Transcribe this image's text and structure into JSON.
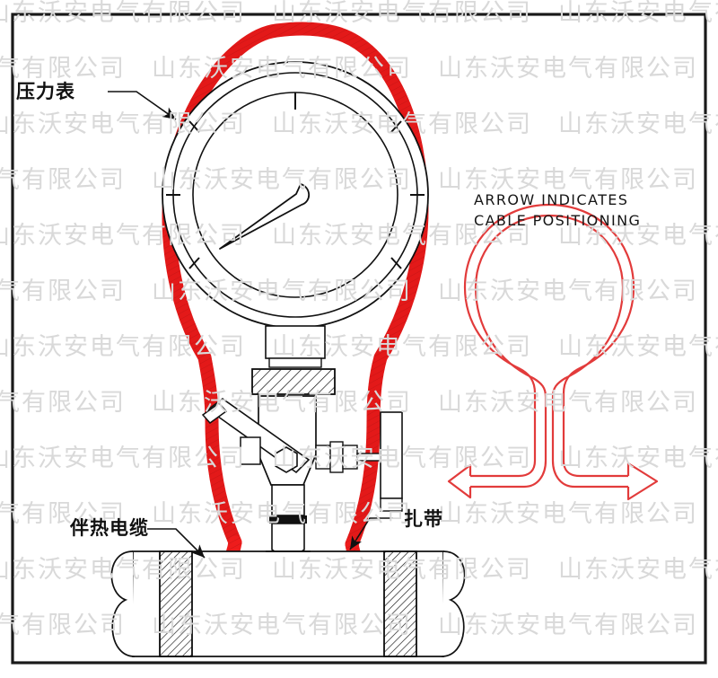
{
  "figure": {
    "title": "Pressure gauge heat-tracing cable installation detail",
    "border_color": "#1a1a1a",
    "cable_color": "#ee1c1c",
    "line_color": "#111111",
    "watermark_color": "#d9d9d9"
  },
  "watermark": {
    "text": "山东沃安电气有限公司",
    "repeat_count": 3,
    "rows": 12
  },
  "labels": {
    "pressure_gauge": "压力表",
    "heat_trace_cable": "伴热电缆",
    "cable_tie": "扎带"
  },
  "notes": {
    "line1": "ARROW INDICATES",
    "line2": "CABLE  POSITIONING"
  },
  "gauge": {
    "name": "pressure-gauge",
    "tick_count": 7,
    "needle_direction": "down-left",
    "bezel_rings": 3
  },
  "schematic": {
    "name": "cable-routing-schematic",
    "description": "Loop of cable around gauge with arrow tail on left and arrow head on right",
    "arrow_tail_side": "left",
    "arrow_head_side": "right"
  },
  "assembly": {
    "components": [
      "pressure-gauge",
      "gauge-stem",
      "hatched-union-nut",
      "valve-body",
      "valve-handle",
      "hex-nut",
      "instrument-pipe",
      "cable-tie-left",
      "cable-tie-right"
    ]
  }
}
